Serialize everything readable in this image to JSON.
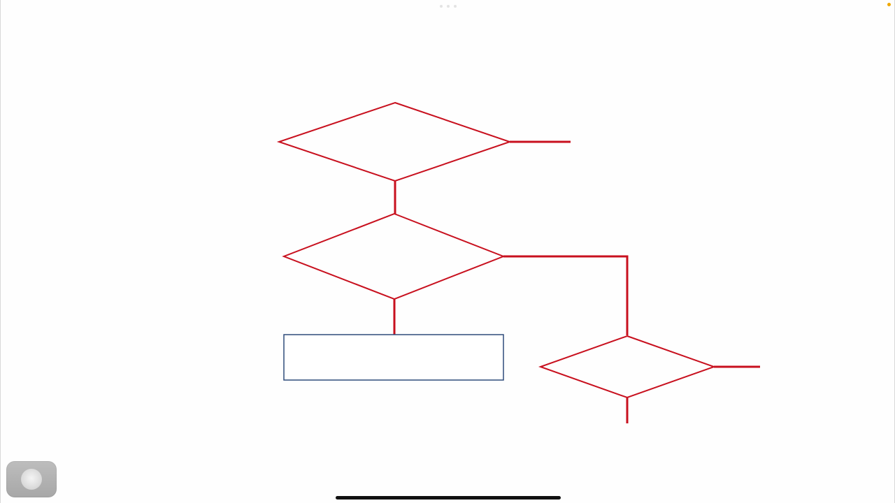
{
  "colors": {
    "connector": "#c8101e",
    "decision_outline": "#c8101e",
    "process_outline": "#2e4b7a",
    "background": "#fefefe",
    "status_dot": "#f0a800"
  },
  "diagram": {
    "decisions": [
      {
        "id": "decision-1",
        "label": ""
      },
      {
        "id": "decision-2",
        "label": ""
      },
      {
        "id": "decision-3",
        "label": ""
      }
    ],
    "processes": [
      {
        "id": "process-1",
        "label": ""
      }
    ]
  },
  "system": {
    "multitasking_icon": "three-dots-icon",
    "assistive_touch_icon": "assistive-touch-icon",
    "home_indicator_icon": "home-indicator-bar"
  }
}
